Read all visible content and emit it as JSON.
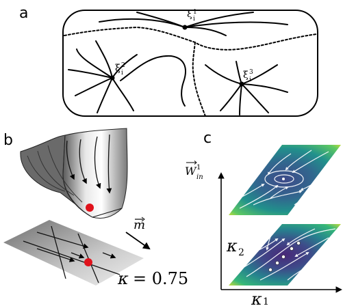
{
  "panels": {
    "a": {
      "label": "a",
      "points": [
        {
          "name": "ξ",
          "sup": "1",
          "sub": "i"
        },
        {
          "name": "ξ",
          "sup": "2",
          "sub": "i"
        },
        {
          "name": "ξ",
          "sup": "3",
          "sub": "i"
        }
      ]
    },
    "b": {
      "label": "b",
      "arrow_label": "m",
      "kappa_symbol": "κ",
      "kappa_eq": "= 0.75",
      "marker_color": "#e0121b"
    },
    "c": {
      "label": "c",
      "y_axis_label": "W",
      "y_axis_sup": "1",
      "y_axis_sub": "in",
      "k2_label": "κ",
      "k2_sub": "2",
      "k1_label": "κ",
      "k1_sub": "1"
    }
  }
}
